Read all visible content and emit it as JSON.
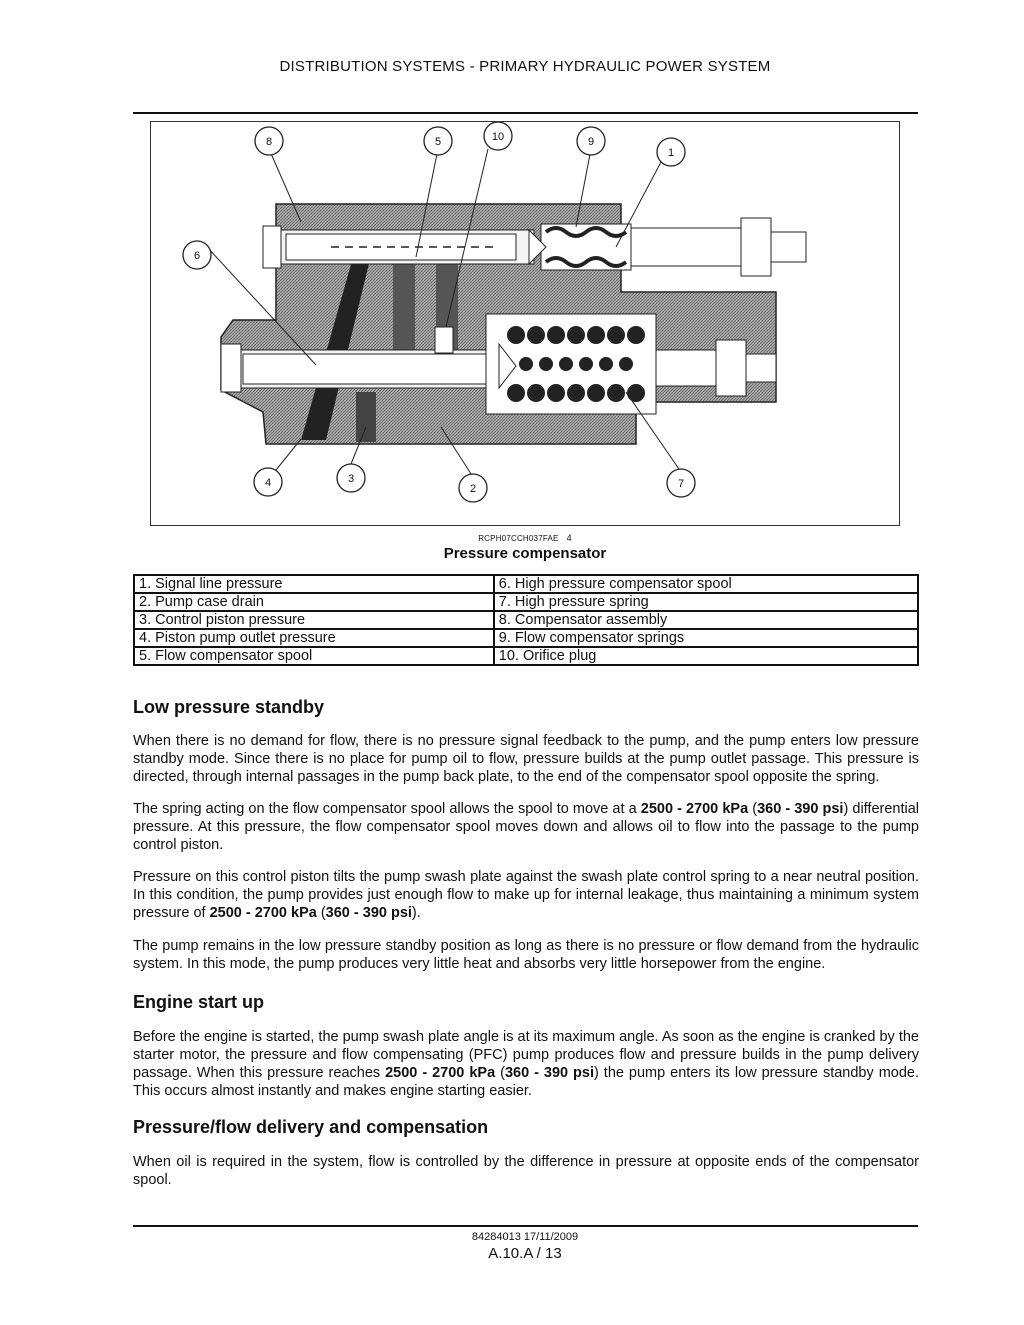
{
  "header": {
    "title": "DISTRIBUTION SYSTEMS - PRIMARY HYDRAULIC POWER SYSTEM"
  },
  "figure": {
    "callouts": [
      "8",
      "5",
      "10",
      "9",
      "1",
      "6",
      "4",
      "3",
      "2",
      "7"
    ],
    "reference_code": "RCPH07CCH037FAE",
    "reference_number": "4",
    "caption": "Pressure compensator"
  },
  "legend": {
    "left": [
      "1. Signal line pressure",
      "2. Pump case drain",
      "3. Control piston pressure",
      "4. Piston pump outlet pressure",
      "5. Flow compensator spool"
    ],
    "right": [
      "6. High pressure compensator spool",
      "7. High pressure spring",
      "8. Compensator assembly",
      "9. Flow compensator springs",
      "10. Orifice plug"
    ]
  },
  "sections": {
    "low_pressure": {
      "heading": "Low pressure standby",
      "p1": "When there is no demand for flow, there is no pressure signal feedback to the pump, and the pump enters low pressure standby mode. Since there is no place for pump oil to flow, pressure builds at the pump outlet passage. This pressure is directed, through internal passages in the pump back plate, to the end of the compensator spool opposite the spring.",
      "p2_a": "The spring acting on the flow compensator spool allows the spool to move at a ",
      "p2_b1": "2500 - 2700 kPa",
      "p2_c": " (",
      "p2_b2": "360 - 390 psi",
      "p2_d": ") differential pressure. At this pressure, the flow compensator spool moves down and allows oil to flow into the passage to the pump control piston.",
      "p3_a": "Pressure on this control piston tilts the pump swash plate against the swash plate control spring to a near neutral position. In this condition, the pump provides just enough flow to make up for internal leakage, thus maintaining a minimum system pressure of ",
      "p3_b1": "2500 - 2700 kPa",
      "p3_c": " (",
      "p3_b2": "360 - 390 psi",
      "p3_d": ").",
      "p4": "The pump remains in the low pressure standby position as long as there is no pressure or flow demand from the hydraulic system. In this mode, the pump produces very little heat and absorbs very little horsepower from the engine."
    },
    "engine_start": {
      "heading": "Engine start up",
      "p1_a": "Before the engine is started, the pump swash plate angle is at its maximum angle. As soon as the engine is cranked by the starter motor, the pressure and flow compensating (PFC) pump produces flow and pressure builds in the pump delivery passage. When this pressure reaches ",
      "p1_b1": "2500 - 2700 kPa",
      "p1_c": " (",
      "p1_b2": "360 - 390 psi",
      "p1_d": ") the pump enters its low pressure standby mode. This occurs almost instantly and makes engine starting easier."
    },
    "pressure_flow": {
      "heading": "Pressure/flow delivery and compensation",
      "p1": "When oil is required in the system, flow is controlled by the difference in pressure at opposite ends of the compensator spool."
    }
  },
  "footer": {
    "doc_info": "84284013 17/11/2009",
    "page": "A.10.A / 13"
  }
}
